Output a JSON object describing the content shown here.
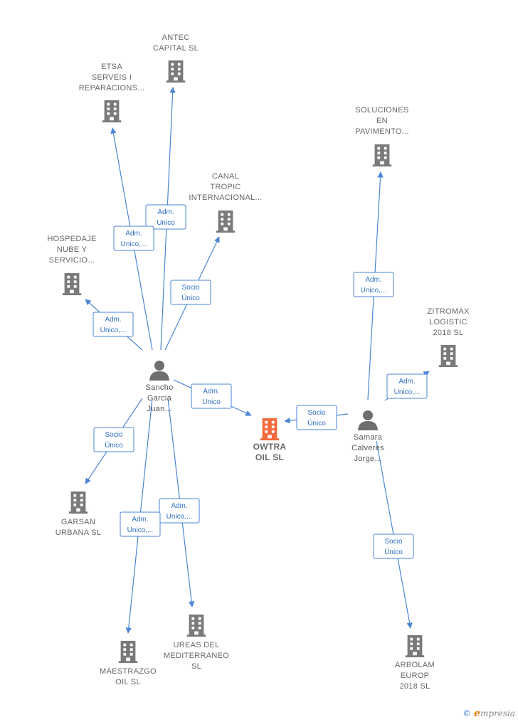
{
  "companies": [
    {
      "id": "antec",
      "lines": [
        "ANTEC",
        "CAPITAL  SL"
      ],
      "main": false
    },
    {
      "id": "etsa",
      "lines": [
        "ETSA",
        "SERVEIS I",
        "REPARACIONS..."
      ],
      "main": false
    },
    {
      "id": "canal",
      "lines": [
        "CANAL",
        "TROPIC",
        "INTERNACIONAL..."
      ],
      "main": false
    },
    {
      "id": "hospedaje",
      "lines": [
        "HOSPEDAJE",
        "NUBE Y",
        "SERVICIO..."
      ],
      "main": false
    },
    {
      "id": "soluciones",
      "lines": [
        "SOLUCIONES",
        "EN",
        "PAVIMENTO..."
      ],
      "main": false
    },
    {
      "id": "zitromax",
      "lines": [
        "ZITROMAX",
        "LOGISTIC",
        "2018  SL"
      ],
      "main": false
    },
    {
      "id": "owtra",
      "lines": [
        "OWTRA",
        "OIL  SL"
      ],
      "main": true
    },
    {
      "id": "garsan",
      "lines": [
        "GARSAN",
        "URBANA  SL"
      ],
      "main": false
    },
    {
      "id": "ureas",
      "lines": [
        "UREAS DEL",
        "MEDITERRANEO",
        "SL"
      ],
      "main": false
    },
    {
      "id": "maestrazgo",
      "lines": [
        "MAESTRAZGO",
        "OIL  SL"
      ],
      "main": false
    },
    {
      "id": "arbolam",
      "lines": [
        "ARBOLAM",
        "EUROP",
        "2018  SL"
      ],
      "main": false
    }
  ],
  "people": [
    {
      "id": "sancho",
      "lines": [
        "Sancho",
        "Garcia",
        "Juan..."
      ]
    },
    {
      "id": "samara",
      "lines": [
        "Samara",
        "Calveres",
        "Jorge..."
      ]
    }
  ],
  "edges": [
    {
      "id": "sancho-antec",
      "lines": [
        "Adm.",
        "Unico"
      ]
    },
    {
      "id": "sancho-etsa",
      "lines": [
        "Adm.",
        "Unico,..."
      ]
    },
    {
      "id": "sancho-canal",
      "lines": [
        "Socio",
        "Único"
      ]
    },
    {
      "id": "sancho-hospedaje",
      "lines": [
        "Adm.",
        "Unico,..."
      ]
    },
    {
      "id": "sancho-owtra",
      "lines": [
        "Adm.",
        "Unico"
      ]
    },
    {
      "id": "sancho-garsan",
      "lines": [
        "Socio",
        "Único"
      ]
    },
    {
      "id": "sancho-ureas",
      "lines": [
        "Adm.",
        "Unico,..."
      ]
    },
    {
      "id": "sancho-maestrazgo",
      "lines": [
        "Adm.",
        "Unico,..."
      ]
    },
    {
      "id": "samara-soluciones",
      "lines": [
        "Adm.",
        "Unico,..."
      ]
    },
    {
      "id": "samara-zitromax",
      "lines": [
        "Adm.",
        "Unico,..."
      ]
    },
    {
      "id": "samara-owtra",
      "lines": [
        "Socio",
        "Único"
      ]
    },
    {
      "id": "samara-arbolam",
      "lines": [
        "Socio",
        "Único"
      ]
    }
  ],
  "colors": {
    "edge": "#4a86d4",
    "building": "#7a7a7a",
    "main_building": "#f26a3d",
    "person": "#6e6e6e"
  },
  "footer": {
    "copyright": "©",
    "brand_initial": "e",
    "brand_rest": "mpresia"
  }
}
